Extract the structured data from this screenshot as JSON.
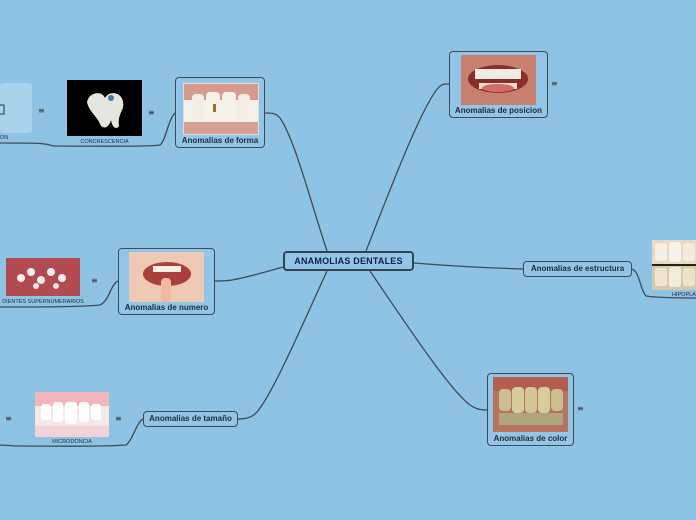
{
  "central": {
    "label": "ANAMOLIAS DENTALES"
  },
  "branches": {
    "forma": {
      "label": "Anomalias de forma"
    },
    "posicion": {
      "label": "Anomalias de posicion"
    },
    "numero": {
      "label": "Anomalias de numero"
    },
    "estructura": {
      "label": "Anomalias de estructura"
    },
    "tamano": {
      "label": "Anomalias de tamaño"
    },
    "color": {
      "label": "Anomalias de color"
    }
  },
  "subtopics": {
    "concrescencia": {
      "label": "CONCRESCENCIA"
    },
    "left_edge": {
      "label": "ON"
    },
    "supernumerarios": {
      "label": "DIENTES SUPERNUMERARIOS"
    },
    "microdoncia": {
      "label": "MICRODONCIA"
    },
    "hipoplasia": {
      "label": "HIPOPLA"
    }
  },
  "icons": {
    "menu": "≡"
  },
  "colors": {
    "background": "#8fc3e4",
    "line": "#3d4a57",
    "node_border": "#3d4a57"
  }
}
